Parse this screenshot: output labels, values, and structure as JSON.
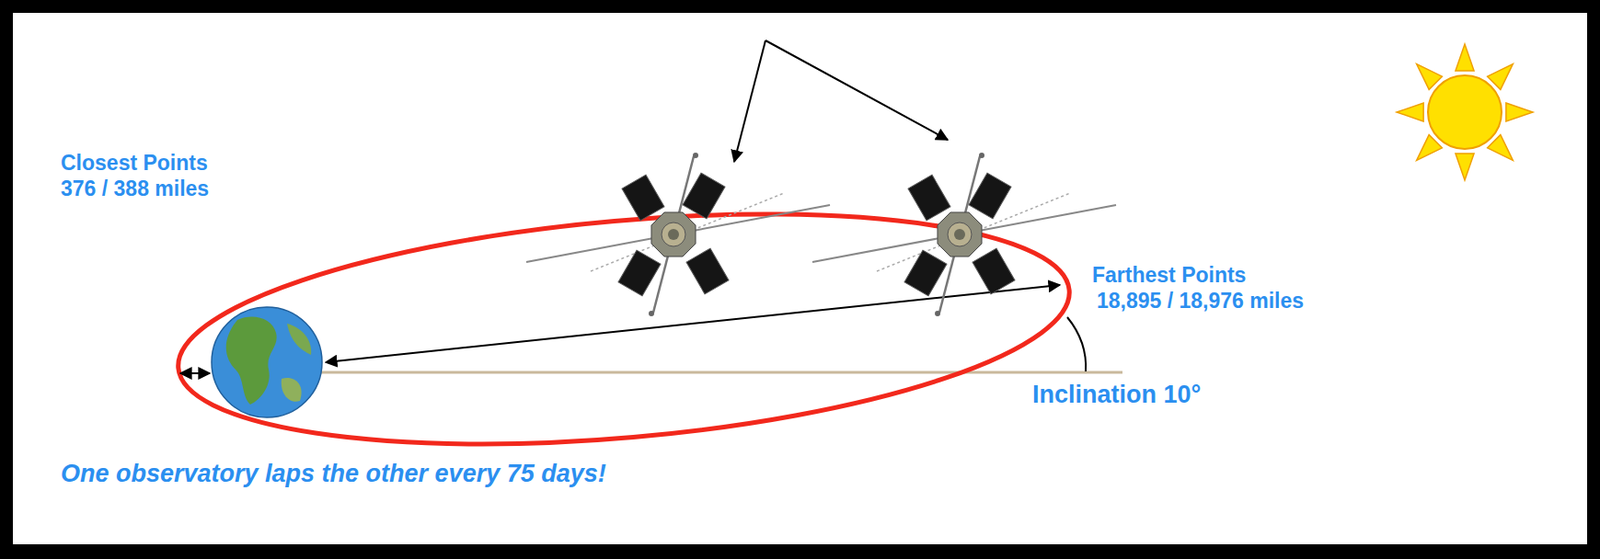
{
  "diagram": {
    "labels": [
      "Closest Points",
      "376 / 388 miles",
      "Farthest Points",
      "18,895 / 18,976 miles",
      "Inclination 10°",
      "One observatory laps the other every 75 days!"
    ]
  }
}
